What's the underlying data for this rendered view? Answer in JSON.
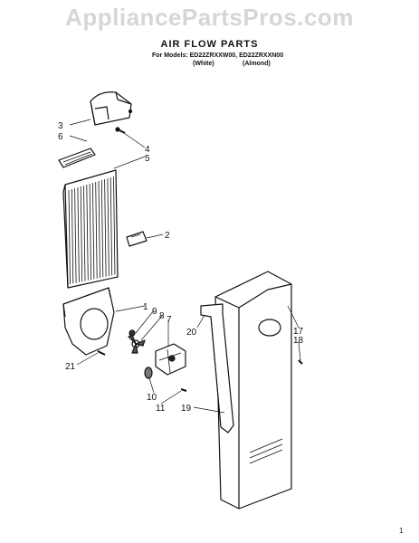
{
  "watermark": "AppliancePartsPros.com",
  "title": "AIR FLOW PARTS",
  "models": "For Models: ED22ZRXXW00, ED22ZRXXN00",
  "variants": {
    "white": "(White)",
    "almond": "(Almond)"
  },
  "callouts": {
    "c1": "1",
    "c2": "2",
    "c3a": "3",
    "c3b": "3",
    "c4": "4",
    "c5": "5",
    "c6": "6",
    "c7": "7",
    "c8": "8",
    "c9": "9",
    "c10": "10",
    "c11": "11",
    "c17": "17",
    "c18": "18",
    "c19": "19",
    "c20": "20",
    "c21": "21"
  },
  "footer": {
    "page": "1"
  }
}
